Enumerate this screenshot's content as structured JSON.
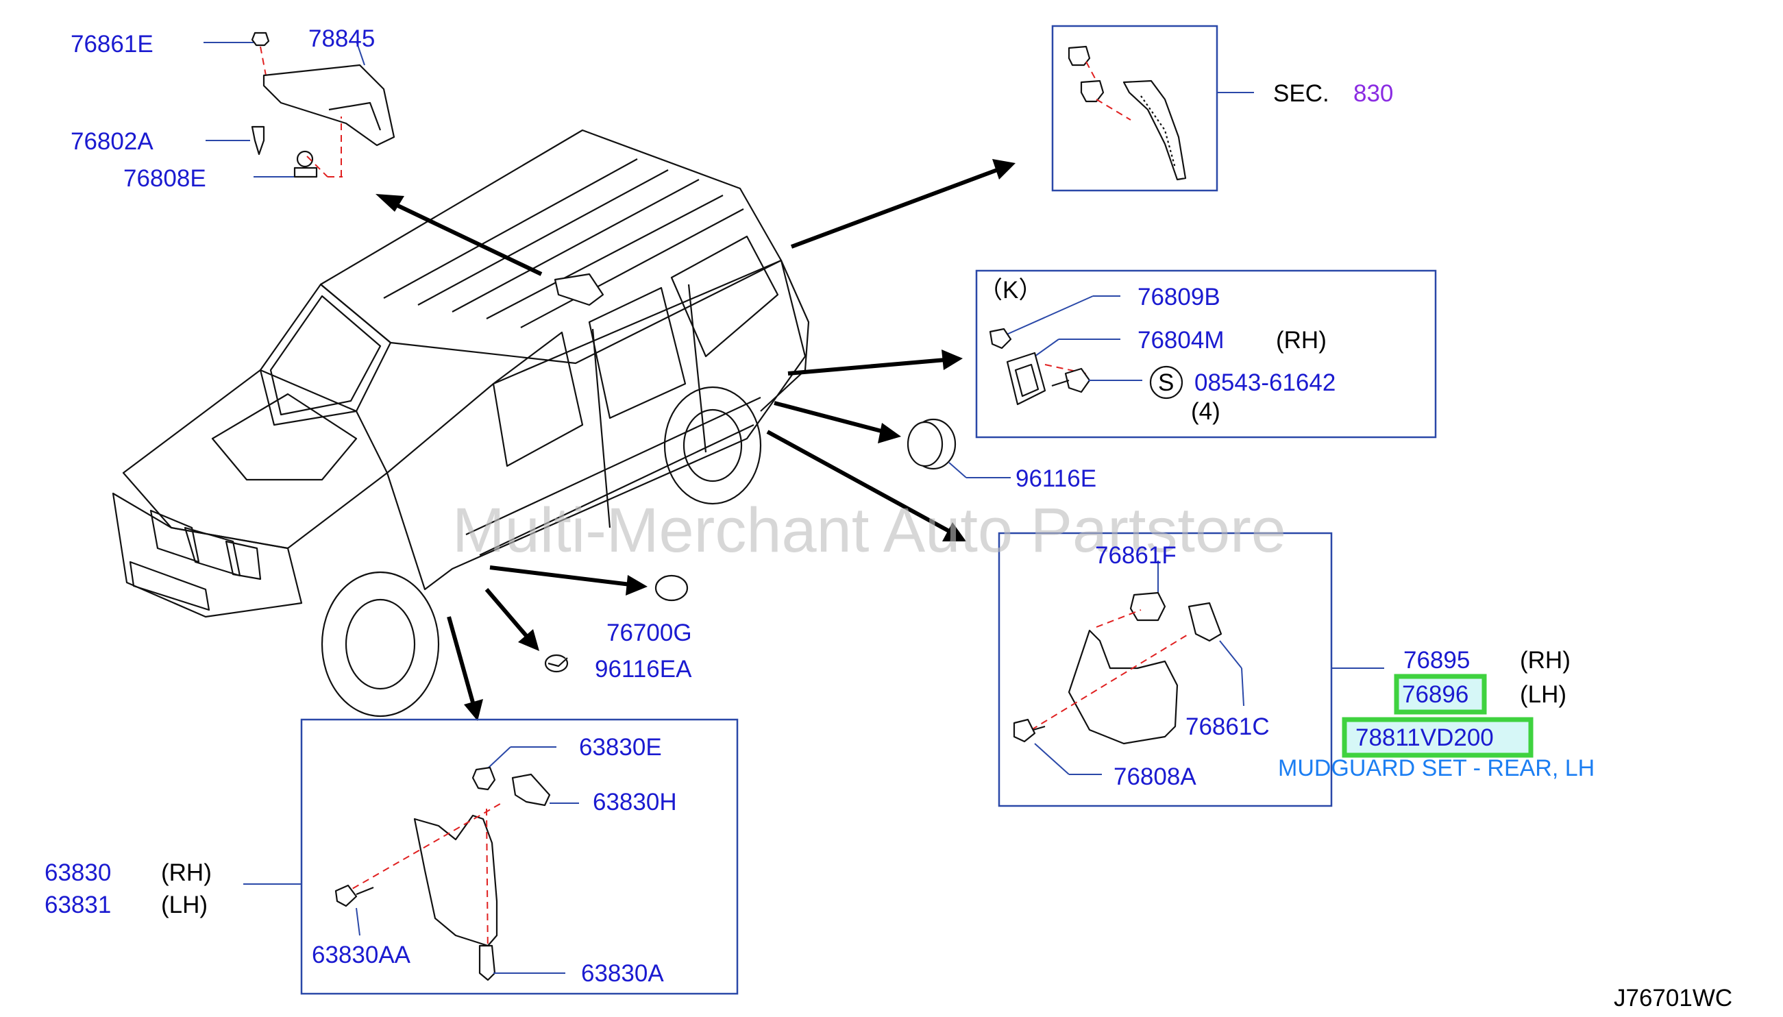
{
  "watermark": "Multi-Merchant Auto Partstore",
  "diagram_id": "J76701WC",
  "parts": {
    "p76861E": "76861E",
    "p78845": "78845",
    "p76802A": "76802A",
    "p76808E": "76808E",
    "sec_label": "SEC.",
    "sec_number": "830",
    "k_label": "（K）",
    "p76809B": "76809B",
    "p76804M": "76804M",
    "rh_1": "(RH)",
    "s_symbol": "S",
    "p08543": "08543-61642",
    "qty_4": "(4)",
    "p96116E": "96116E",
    "p76861F": "76861F",
    "p76861C": "76861C",
    "p76808A": "76808A",
    "p76895": "76895",
    "rh_2": "(RH)",
    "p76896": "76896",
    "lh_2": "(LH)",
    "p78811VD200": "78811VD200",
    "mudguard_desc": "MUDGUARD SET - REAR, LH",
    "p76700G": "76700G",
    "p96116EA": "96116EA",
    "p63830E": "63830E",
    "p63830H": "63830H",
    "p63830": "63830",
    "rh_3": "(RH)",
    "p63831": "63831",
    "lh_3": "(LH)",
    "p63830AA": "63830AA",
    "p63830A": "63830A"
  },
  "colors": {
    "part_number": "#1a1ad0",
    "description": "#1c7ef2",
    "section": "#8a2be2",
    "highlight_border": "#3fd23f",
    "highlight_fill": "#d6f7f7",
    "leader_line": "#2a48a8",
    "dashed_guide": "#e02020"
  }
}
